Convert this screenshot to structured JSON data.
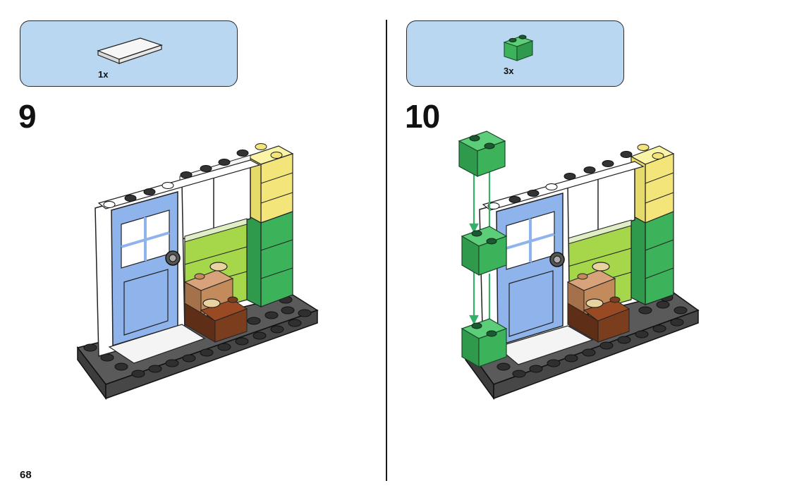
{
  "page": {
    "number": "68"
  },
  "steps": [
    {
      "number": "9",
      "parts": [
        {
          "qty": "1x",
          "part_icon": "white-tile-1x2-icon",
          "color": "#f4f4f4"
        }
      ]
    },
    {
      "number": "10",
      "parts": [
        {
          "qty": "3x",
          "part_icon": "green-brick-1x2-icon",
          "color": "#3cb35a"
        }
      ]
    }
  ],
  "colors": {
    "parts_box_bg": "#b9d7f0",
    "baseplate": "#4a4a4a",
    "door": "#8fb4ec",
    "frame": "#ffffff",
    "light_green": "#a6d64a",
    "dark_green": "#3cb35a",
    "yellow": "#f7ef8e",
    "tan": "#c38a5c",
    "brown": "#7a3e1e",
    "arrow": "#33b06a"
  }
}
